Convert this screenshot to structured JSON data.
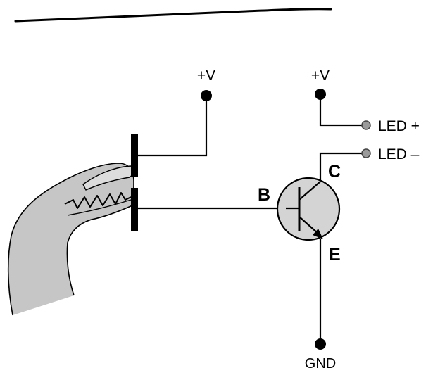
{
  "labels": {
    "vplus_left": "+V",
    "vplus_right": "+V",
    "led_plus": "LED +",
    "led_minus": "LED –",
    "base": "B",
    "collector": "C",
    "emitter": "E",
    "gnd": "GND"
  },
  "colors": {
    "wire": "#000000",
    "transistor_fill": "#d4d4d4",
    "finger_fill": "#c6c6c6",
    "terminal_fill": "#9a9a9a"
  }
}
